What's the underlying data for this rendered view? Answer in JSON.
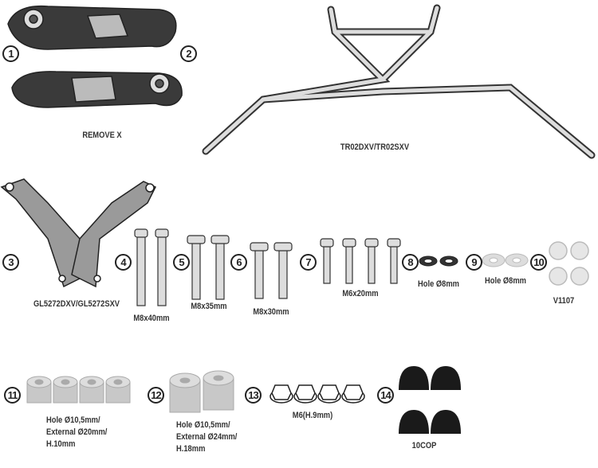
{
  "parts": [
    {
      "number": "1",
      "label": "REMOVE X"
    },
    {
      "number": "2",
      "label": ""
    },
    {
      "number": "3",
      "label": "GL5272DXV/GL5272SXV"
    },
    {
      "number": "4",
      "label": "M8x40mm"
    },
    {
      "number": "5",
      "label": "M8x35mm"
    },
    {
      "number": "6",
      "label": "M8x30mm"
    },
    {
      "number": "7",
      "label": "M6x20mm"
    },
    {
      "number": "8",
      "label": "Hole Ø8mm"
    },
    {
      "number": "9",
      "label": "Hole Ø8mm"
    },
    {
      "number": "10",
      "label": "V1107"
    },
    {
      "number": "11",
      "label_lines": [
        "Hole Ø10,5mm/",
        "External Ø20mm/",
        "H.10mm"
      ]
    },
    {
      "number": "12",
      "label_lines": [
        "Hole Ø10,5mm/",
        "External Ø24mm/",
        "H.18mm"
      ]
    },
    {
      "number": "13",
      "label": "M6(H.9mm)"
    },
    {
      "number": "14",
      "label": "10COP"
    }
  ],
  "frame_label": "TR02DXV/TR02SXV",
  "colors": {
    "ink": "#222222",
    "metal": "#cfcfcf",
    "spacer": "#c8c8c8",
    "cap": "#1a1a1a"
  }
}
